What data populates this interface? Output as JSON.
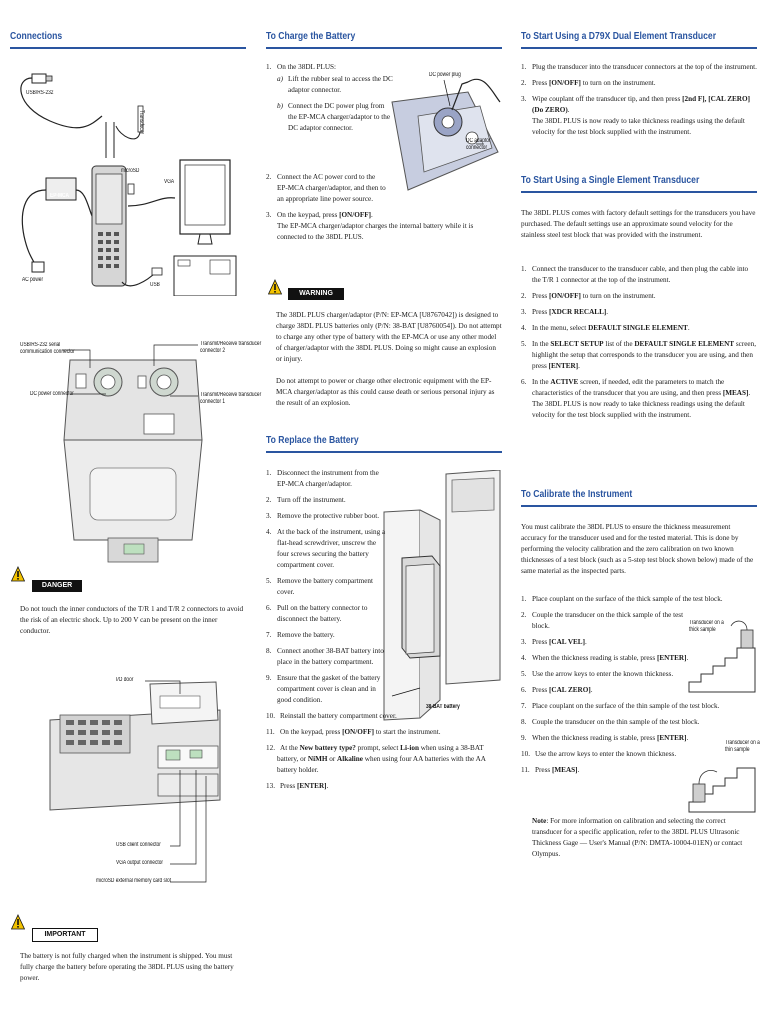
{
  "col1": {
    "connections": {
      "title": "Connections",
      "labels": {
        "usb_rs232": "USB/RS-232",
        "ep_mca": "EP-MCA",
        "microsd": "microSD",
        "vga": "VGA",
        "ac_power": "AC power",
        "usb": "USB",
        "transducer": "Transducer"
      }
    },
    "ports": {
      "usb_serial": "USB/RS-232 serial\ncommunication connector",
      "dc_power": "DC power connector",
      "tr_conn2": "Transmit/Receive transducer\nconnector 2",
      "tr_conn1": "Transmit/Receive transducer\nconnector 1"
    },
    "danger": {
      "label": "DANGER",
      "text": "Do not touch the inner conductors of the T/R 1 and T/R 2 connectors to avoid the risk of an electric shock. Up to 200 V can be present on the inner conductor."
    },
    "io": {
      "io_door": "I/O door",
      "usb_client": "USB client connector",
      "vga_output": "VGA output connector",
      "microsd_slot": "microSD external memory card slot"
    },
    "important": {
      "label": "IMPORTANT",
      "text": "The battery is not fully charged when the instrument is shipped. You must fully charge the battery before operating the 38DL PLUS using the battery power."
    }
  },
  "col2": {
    "charge": {
      "title": "To Charge the Battery",
      "fig_dc_plug": "DC power plug",
      "fig_dc_adaptor": "DC adaptor\nconnector",
      "s1": "On the 38DL PLUS:",
      "s1a": "Lift the rubber seal to access the DC adaptor connector.",
      "s1b": "Connect the DC power plug from the EP-MCA charger/adaptor to the DC adaptor connector.",
      "s2": "Connect the AC power cord to the EP-MCA charger/adaptor, and then to an appropriate line power source.",
      "s3_pre": "On the keypad, press ",
      "s3_key": "[ON/OFF]",
      "s3_post": ".",
      "s3_note": "The EP-MCA charger/adaptor charges the internal battery while it is connected to the 38DL PLUS."
    },
    "warning": {
      "label": "WARNING",
      "text1": "The 38DL PLUS charger/adaptor (P/N: EP-MCA [U8767042]) is designed to charge 38DL PLUS batteries only (P/N: 38-BAT [U8760054]). Do not attempt to charge any other type of battery with the EP-MCA or use any other model of charger/adaptor with the 38DL PLUS. Doing so might cause an explosion or injury.",
      "text2": "Do not attempt to power or charge other electronic equipment with the EP-MCA charger/adaptor as this could cause death or serious personal injury as the result of an explosion."
    },
    "replace": {
      "title": "To Replace the Battery",
      "fig_battery": "38-BAT battery",
      "steps": [
        "Disconnect the instrument from the EP-MCA charger/adaptor.",
        "Turn off the instrument.",
        "Remove the protective rubber boot.",
        "At the back of the instrument, using a flat-head screwdriver, unscrew the four screws securing the battery compartment cover.",
        "Remove the battery compartment cover.",
        "Pull on the battery connector to disconnect the battery.",
        "Remove the battery.",
        "Connect another 38-BAT battery into place in the battery compartment.",
        "Ensure that the gasket of the battery compartment cover is clean and in good condition.",
        "Reinstall the battery compartment cover."
      ],
      "s11_pre": "On the keypad, press ",
      "s11_key": "[ON/OFF]",
      "s11_post": " to start the instrument.",
      "s12_a": "At the ",
      "s12_b": "New battery type?",
      "s12_c": " prompt, select ",
      "s12_d": "Li-ion",
      "s12_e": " when using a 38-BAT battery, or ",
      "s12_f": "NiMH",
      "s12_g": " or ",
      "s12_h": "Alkaline",
      "s12_i": " when using four AA batteries with the AA battery holder.",
      "s13_pre": "Press ",
      "s13_key": "[ENTER]",
      "s13_post": "."
    }
  },
  "col3": {
    "d79x": {
      "title": "To Start Using a D79X Dual Element Transducer",
      "s1": "Plug the transducer into the transducer connectors at the top of the instrument.",
      "s2_pre": "Press ",
      "s2_key": "[ON/OFF]",
      "s2_post": " to turn on the instrument.",
      "s3_pre": "Wipe couplant off the transducer tip, and then press ",
      "s3_key": "[2nd F], [CAL ZERO] (Do ZERO)",
      "s3_post": ".",
      "s3_note": "The 38DL PLUS is now ready to take thickness readings using the default velocity for the test block supplied with the instrument."
    },
    "single": {
      "title": "To Start Using a Single Element Transducer",
      "intro": "The 38DL PLUS comes with factory default settings for the transducers you have purchased. The default settings use an approximate sound velocity for the stainless steel test block that was provided with the instrument.",
      "s1": "Connect the transducer to the transducer cable, and then plug the cable into the T/R 1 connector at the top of the instrument.",
      "s2_pre": "Press ",
      "s2_key": "[ON/OFF]",
      "s2_post": " to turn on the instrument.",
      "s3_pre": "Press ",
      "s3_key": "[XDCR RECALL]",
      "s3_post": ".",
      "s4_pre": "In the menu, select ",
      "s4_key": "DEFAULT SINGLE ELEMENT",
      "s4_post": ".",
      "s5_pre": "In the ",
      "s5_key": "SELECT SETUP",
      "s5_mid": " list of the ",
      "s5_key2": "DEFAULT SINGLE ELEMENT",
      "s5_post": " screen, highlight the setup that corresponds to the transducer you are using, and then press ",
      "s5_key3": "[ENTER]",
      "s5_end": ".",
      "s6_pre": "In the ",
      "s6_key": "ACTIVE",
      "s6_post": " screen, if needed, edit the parameters to match the characteristics of the transducer that you are using, and then press ",
      "s6_key2": "[MEAS]",
      "s6_end": ".",
      "s6_note": "The 38DL PLUS is now ready to take thickness readings using the default velocity for the test block supplied with the instrument."
    },
    "calibrate": {
      "title": "To Calibrate the Instrument",
      "intro": "You must calibrate the 38DL PLUS to ensure the thickness measurement accuracy for the transducer used and for the tested material. This is done by performing the velocity calibration and the zero calibration on two known thicknesses of a test block (such as a 5-step test block shown below) made of the same material as the inspected parts.",
      "fig_thick": "Transducer on a\nthick sample",
      "fig_thin": "Transducer on a\nthin sample",
      "s1": "Place couplant on the surface of the thick sample of the test block.",
      "s2": "Couple the transducer on the thick sample of the test block.",
      "s3_pre": "Press ",
      "s3_key": "[CAL VEL]",
      "s3_post": ".",
      "s4_pre": "When the thickness reading is stable, press ",
      "s4_key": "[ENTER]",
      "s4_post": ".",
      "s5": "Use the arrow keys to enter the known thickness.",
      "s6_pre": "Press ",
      "s6_key": "[CAL ZERO]",
      "s6_post": ".",
      "s7": "Place couplant on the surface of the thin sample of the test block.",
      "s8": "Couple the transducer on the thin sample of the test block.",
      "s9_pre": "When the thickness reading is stable, press ",
      "s9_key": "[ENTER]",
      "s9_post": ".",
      "s10": "Use the arrow keys to enter the known thickness.",
      "s11_pre": "Press ",
      "s11_key": "[MEAS]",
      "s11_post": ".",
      "note_label": "Note",
      "note_text": ": For more information on calibration and selecting the correct transducer for a specific application, refer to the 38DL PLUS Ultrasonic Thickness Gage — User's Manual (P/N: DMTA-10004-01EN) or contact Olympus."
    }
  }
}
